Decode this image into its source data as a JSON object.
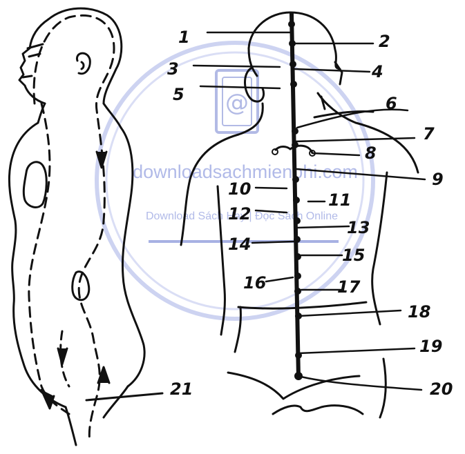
{
  "watermark": {
    "site": "downloadsachmienphi.com",
    "tagline": "Download Sách Hay | Đọc Sách Online"
  },
  "labels": [
    "1",
    "2",
    "3",
    "4",
    "5",
    "6",
    "7",
    "8",
    "9",
    "10",
    "11",
    "12",
    "13",
    "14",
    "15",
    "16",
    "17",
    "18",
    "19",
    "20",
    "21"
  ]
}
